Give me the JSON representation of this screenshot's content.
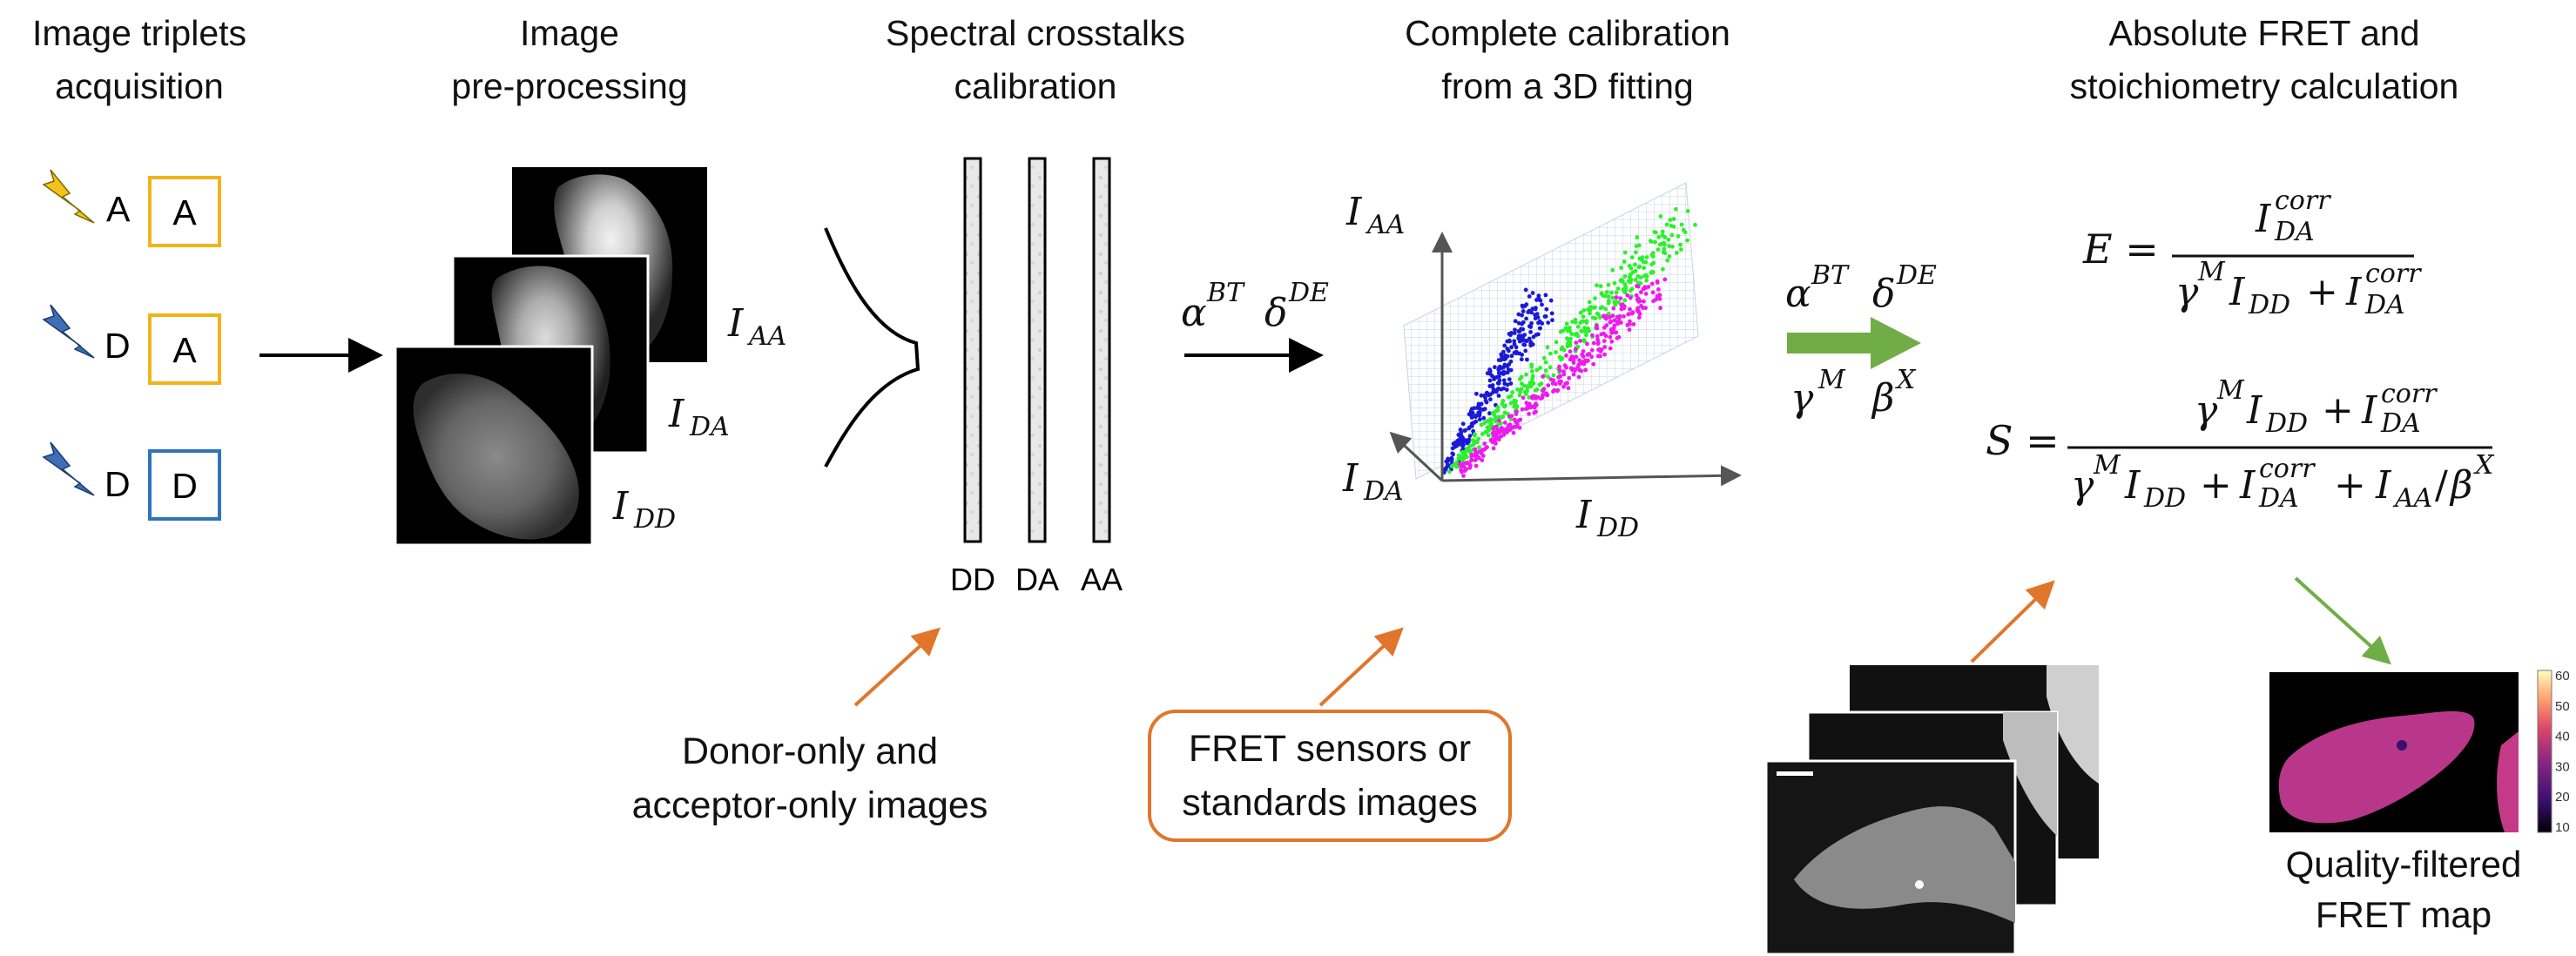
{
  "steps": [
    {
      "line1": "Image triplets",
      "line2": "acquisition"
    },
    {
      "line1": "Image",
      "line2": "pre-processing"
    },
    {
      "line1": "Spectral crosstalks",
      "line2": "calibration"
    },
    {
      "line1": "Complete calibration",
      "line2": "from a 3D fitting"
    },
    {
      "line1": "Absolute FRET and",
      "line2": "stoichiometry calculation"
    }
  ],
  "triplets": [
    {
      "excitation": "A",
      "channel": "A",
      "color": "#f2b31a",
      "bolt_color": "#f5c21b"
    },
    {
      "excitation": "D",
      "channel": "A",
      "color": "#f2b31a",
      "bolt_color": "#3e6eb6"
    },
    {
      "excitation": "D",
      "channel": "D",
      "color": "#2f74bb",
      "bolt_color": "#3e6eb6"
    }
  ],
  "preprocessing_labels": {
    "aa": {
      "base": "I",
      "sub": "AA"
    },
    "da": {
      "base": "I",
      "sub": "DA"
    },
    "dd": {
      "base": "I",
      "sub": "DD"
    }
  },
  "calibration_strips": [
    "DD",
    "DA",
    "AA"
  ],
  "crosstalk_params": {
    "alpha": {
      "base": "α",
      "sup": "BT"
    },
    "delta": {
      "base": "δ",
      "sup": "DE"
    }
  },
  "plot3d": {
    "axes": {
      "aa": {
        "base": "I",
        "sub": "AA"
      },
      "da": {
        "base": "I",
        "sub": "DA"
      },
      "dd": {
        "base": "I",
        "sub": "DD"
      }
    },
    "clusters": [
      {
        "color": "#1a1ad6"
      },
      {
        "color": "#2cf02c"
      },
      {
        "color": "#ee1aee"
      }
    ]
  },
  "full_params": {
    "alpha": {
      "base": "α",
      "sup": "BT"
    },
    "delta": {
      "base": "δ",
      "sup": "DE"
    },
    "gamma": {
      "base": "γ",
      "sup": "M"
    },
    "beta": {
      "base": "β",
      "sup": "X"
    }
  },
  "equations": {
    "E": {
      "lhs": "E =",
      "sup_corr": "corr",
      "sub_da": "DA",
      "sub_dd": "DD",
      "sup_m": "M"
    },
    "S": {
      "lhs": "S =",
      "sup_corr": "corr",
      "sub_da": "DA",
      "sub_dd": "DD",
      "sub_aa": "AA",
      "sup_m": "M",
      "sup_x": "X"
    }
  },
  "notes": {
    "donor_acceptor": {
      "line1": "Donor-only and",
      "line2": "acceptor-only images"
    },
    "fret_sensors": {
      "line1": "FRET sensors or",
      "line2": "standards images"
    },
    "quality_map": {
      "line1": "Quality-filtered",
      "line2": "FRET map"
    }
  },
  "colorbar": {
    "ticks": [
      "60",
      "50",
      "40",
      "30",
      "20",
      "10"
    ],
    "max": 60,
    "min": 10
  },
  "colors": {
    "arrow_orange": "#e0762c",
    "arrow_green": "#70ad47",
    "arrow_black": "#000000"
  }
}
